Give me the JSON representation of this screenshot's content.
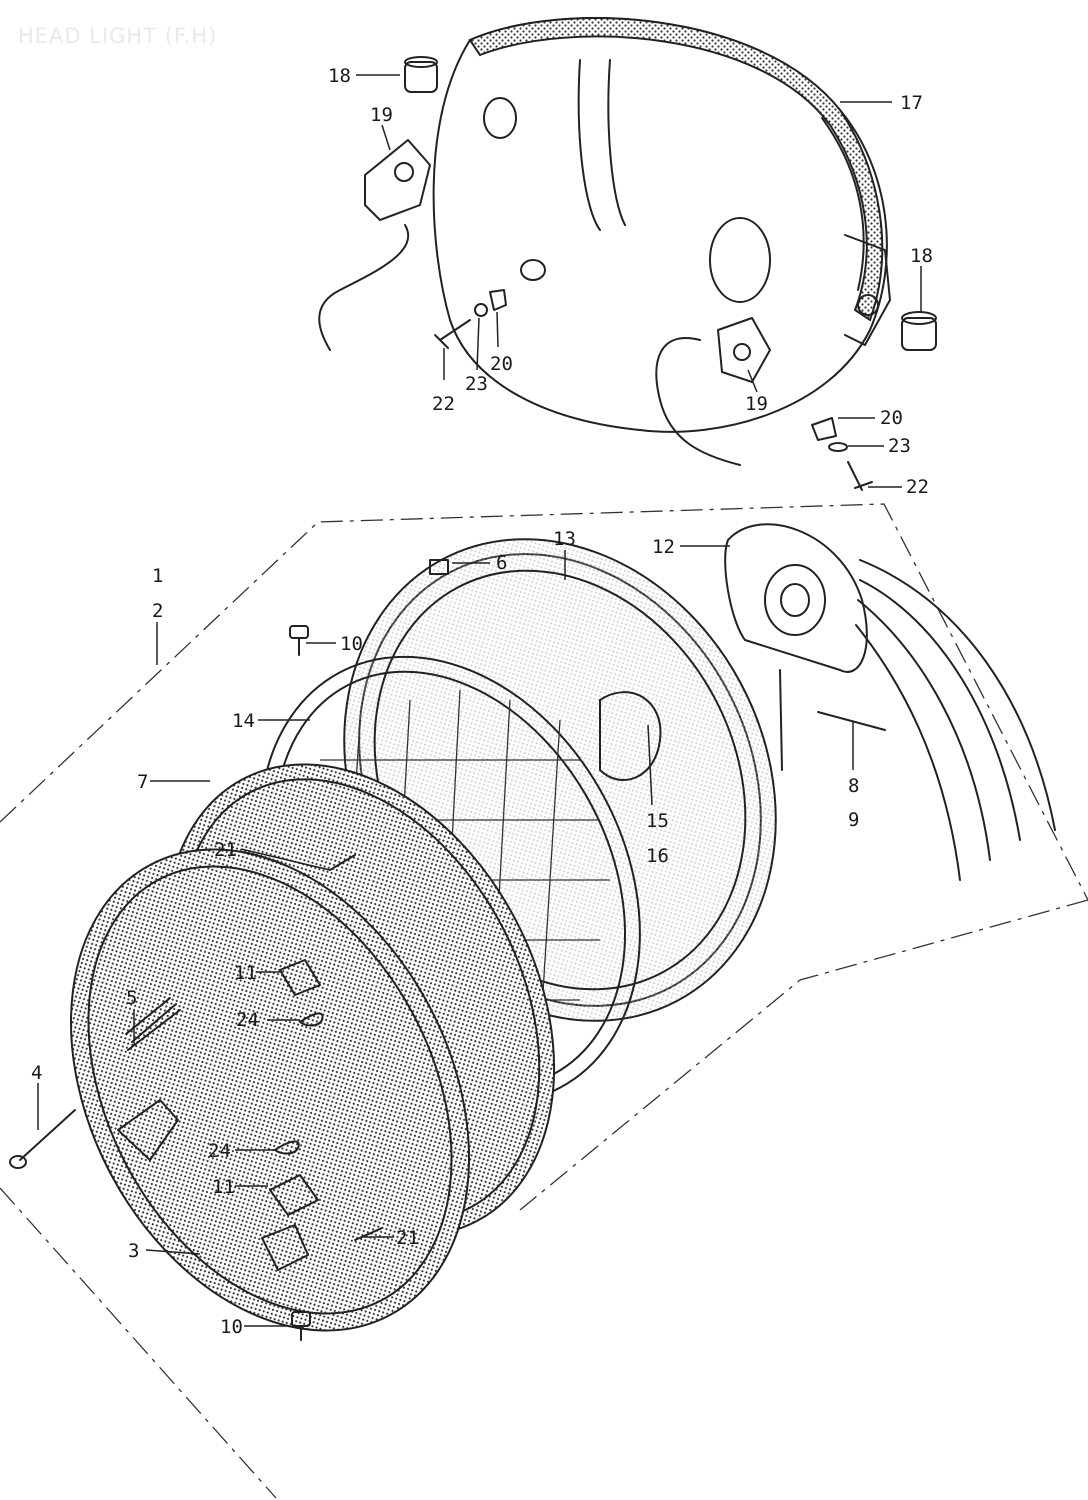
{
  "title": "HEAD LIGHT (F.H)",
  "colors": {
    "ink": "#1a1a1a",
    "title": "#e9e9e9",
    "background": "#ffffff"
  },
  "parts": [
    {
      "id": "l1",
      "text": "1"
    },
    {
      "id": "l2",
      "text": "2"
    },
    {
      "id": "l3",
      "text": "3"
    },
    {
      "id": "l4",
      "text": "4"
    },
    {
      "id": "l5",
      "text": "5"
    },
    {
      "id": "l6",
      "text": "6"
    },
    {
      "id": "l7",
      "text": "7"
    },
    {
      "id": "l8",
      "text": "8"
    },
    {
      "id": "l9",
      "text": "9"
    },
    {
      "id": "l10a",
      "text": "10"
    },
    {
      "id": "l10b",
      "text": "10"
    },
    {
      "id": "l11a",
      "text": "11"
    },
    {
      "id": "l11b",
      "text": "11"
    },
    {
      "id": "l12",
      "text": "12"
    },
    {
      "id": "l13",
      "text": "13"
    },
    {
      "id": "l14",
      "text": "14"
    },
    {
      "id": "l15",
      "text": "15"
    },
    {
      "id": "l16",
      "text": "16"
    },
    {
      "id": "l17",
      "text": "17"
    },
    {
      "id": "l18a",
      "text": "18"
    },
    {
      "id": "l18b",
      "text": "18"
    },
    {
      "id": "l19a",
      "text": "19"
    },
    {
      "id": "l19b",
      "text": "19"
    },
    {
      "id": "l20a",
      "text": "20"
    },
    {
      "id": "l20b",
      "text": "20"
    },
    {
      "id": "l21a",
      "text": "21"
    },
    {
      "id": "l21b",
      "text": "21"
    },
    {
      "id": "l22a",
      "text": "22"
    },
    {
      "id": "l22b",
      "text": "22"
    },
    {
      "id": "l23a",
      "text": "23"
    },
    {
      "id": "l23b",
      "text": "23"
    },
    {
      "id": "l24a",
      "text": "24"
    },
    {
      "id": "l24b",
      "text": "24"
    }
  ]
}
